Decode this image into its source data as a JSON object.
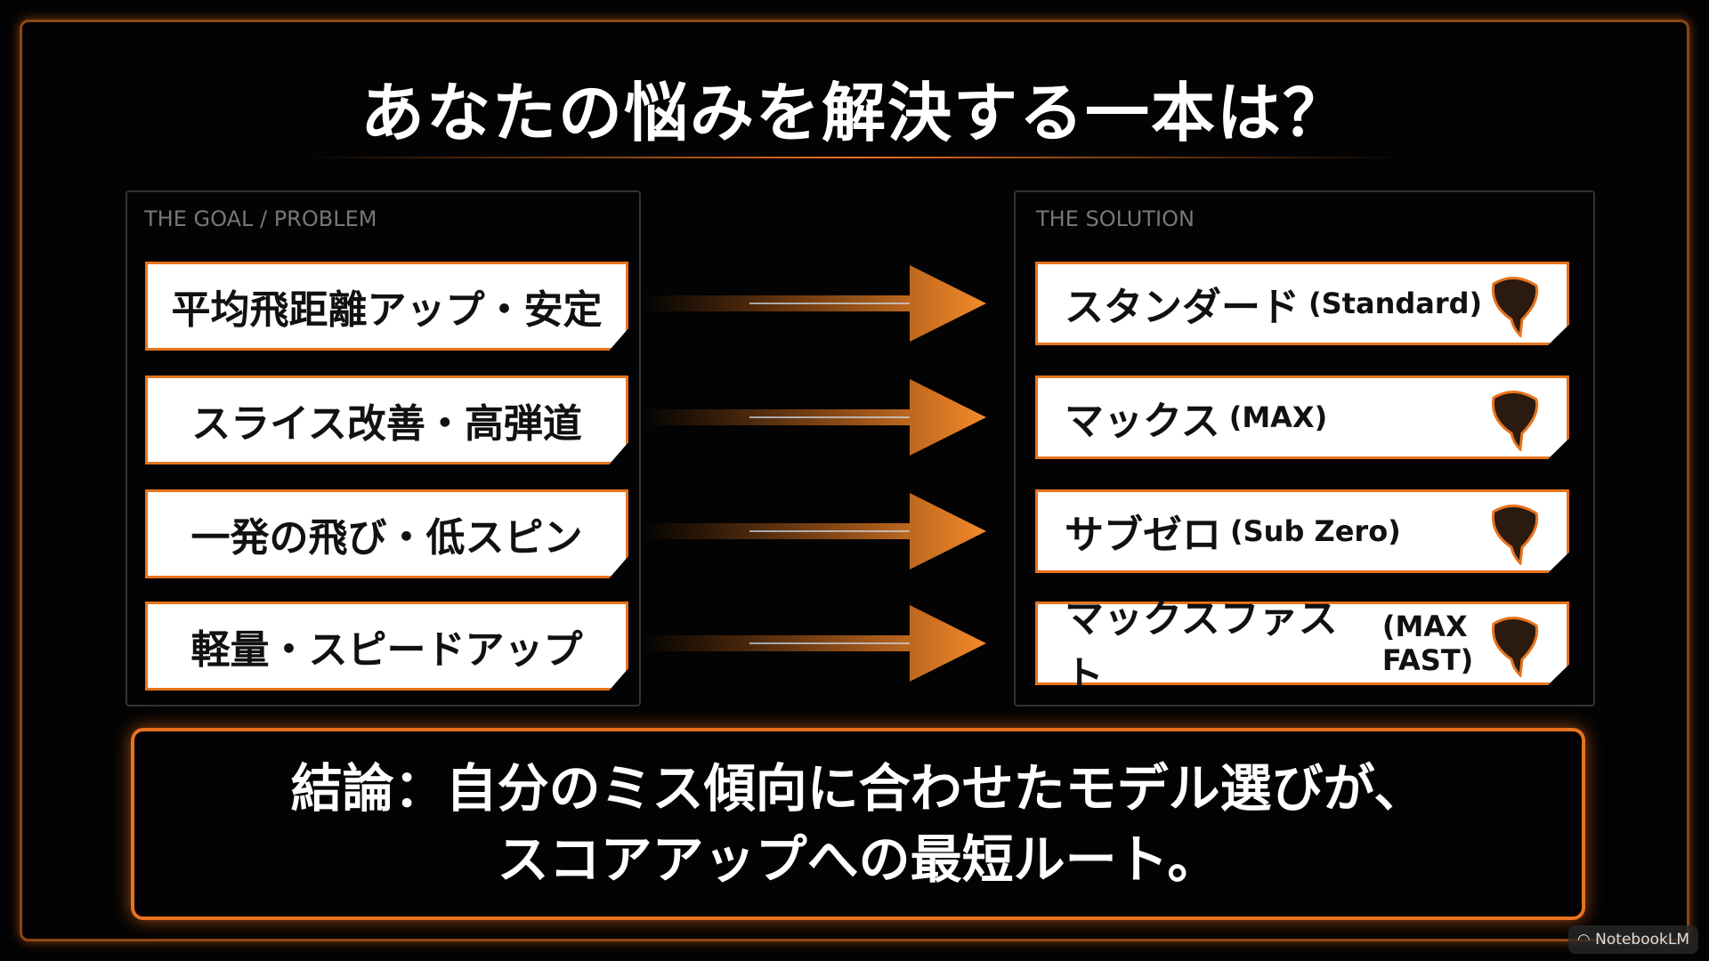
{
  "title": "あなたの悩みを解決する一本は？",
  "left_panel": {
    "label": "THE GOAL / PROBLEM",
    "items": [
      "平均飛距離アップ・安定",
      "スライス改善・高弾道",
      "一発の飛び・低スピン",
      "軽量・スピードアップ"
    ]
  },
  "right_panel": {
    "label": "THE SOLUTION",
    "items": [
      {
        "ja": "スタンダード",
        "en": "(Standard)",
        "icon": "driver-head-icon"
      },
      {
        "ja": "マックス",
        "en": "(MAX)",
        "icon": "driver-head-icon"
      },
      {
        "ja": "サブゼロ",
        "en": "(Sub Zero)",
        "icon": "driver-head-icon"
      },
      {
        "ja": "マックスファスト",
        "en": "(MAX FAST)",
        "icon": "driver-head-icon"
      }
    ]
  },
  "conclusion": {
    "line1": "結論：自分のミス傾向に合わせたモデル選びが、",
    "line2": "スコアアップへの最短ルート。"
  },
  "watermark": "NotebookLM",
  "colors": {
    "accent": "#e8731c",
    "background": "#030303"
  }
}
